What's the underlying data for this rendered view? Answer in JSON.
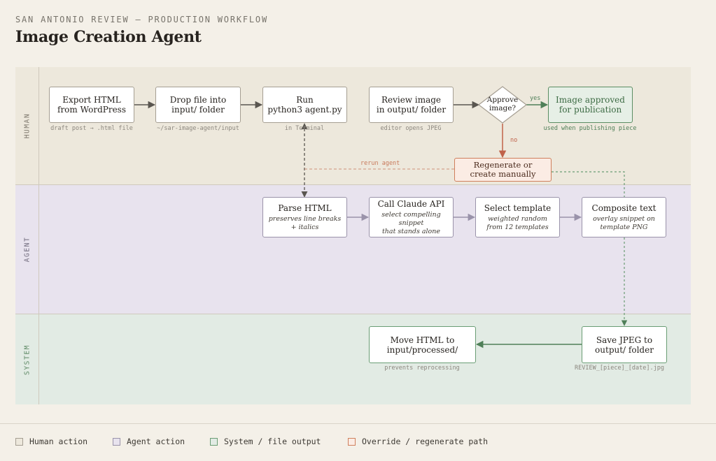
{
  "header": {
    "kicker": "SAN ANTONIO REVIEW — PRODUCTION WORKFLOW",
    "title": "Image Creation Agent"
  },
  "lanes": [
    {
      "label": "HUMAN",
      "color": "#ede8dc",
      "label_color": "#7d776c"
    },
    {
      "label": "AGENT",
      "color": "#e8e3ee",
      "label_color": "#6f6a7c"
    },
    {
      "label": "SYSTEM",
      "color": "#e2ebe4",
      "label_color": "#5f8a66"
    }
  ],
  "nodes": {
    "export_html": {
      "title": "Export HTML\nfrom WordPress",
      "note": "draft post → .html file"
    },
    "drop_file": {
      "title": "Drop file into\ninput/ folder",
      "note": "~/sar-image-agent/input"
    },
    "run_agent": {
      "title": "Run\npython3 agent.py",
      "note": "in Terminal"
    },
    "review_image": {
      "title": "Review image\nin output/ folder",
      "note": "editor opens JPEG"
    },
    "approve": {
      "title": "Approve\nimage?"
    },
    "approved": {
      "title": "Image approved\nfor publication",
      "note": "used when publishing piece"
    },
    "regenerate": {
      "title": "Regenerate or\ncreate manually"
    },
    "parse_html": {
      "title": "Parse HTML",
      "subtitle": "preserves line breaks\n+ italics"
    },
    "call_claude": {
      "title": "Call Claude API",
      "subtitle": "select compelling snippet\nthat stands alone"
    },
    "select_template": {
      "title": "Select template",
      "subtitle": "weighted random\nfrom 12 templates"
    },
    "composite_text": {
      "title": "Composite text",
      "subtitle": "overlay snippet on\ntemplate PNG"
    },
    "move_html": {
      "title": "Move HTML to\ninput/processed/",
      "note": "prevents reprocessing"
    },
    "save_jpeg": {
      "title": "Save JPEG to\noutput/ folder",
      "note": "REVIEW_[piece]_[date].jpg"
    }
  },
  "edge_labels": {
    "yes": "yes",
    "no": "no",
    "rerun": "rerun agent"
  },
  "legend": [
    {
      "label": "Human action",
      "fill": "#ede8dc",
      "border": "#a59e92"
    },
    {
      "label": "Agent action",
      "fill": "#e8e3ee",
      "border": "#9a93aa"
    },
    {
      "label": "System / file output",
      "fill": "#e2ebe4",
      "border": "#6a9d74"
    },
    {
      "label": "Override / regenerate path",
      "fill": "#fbece4",
      "border": "#cf7f5c"
    }
  ],
  "colors": {
    "arrow_human": "#5a5650",
    "arrow_agent": "#9a93aa",
    "arrow_system": "#4f7f58",
    "arrow_override": "#c0624a",
    "background": "#f4f0e8"
  }
}
